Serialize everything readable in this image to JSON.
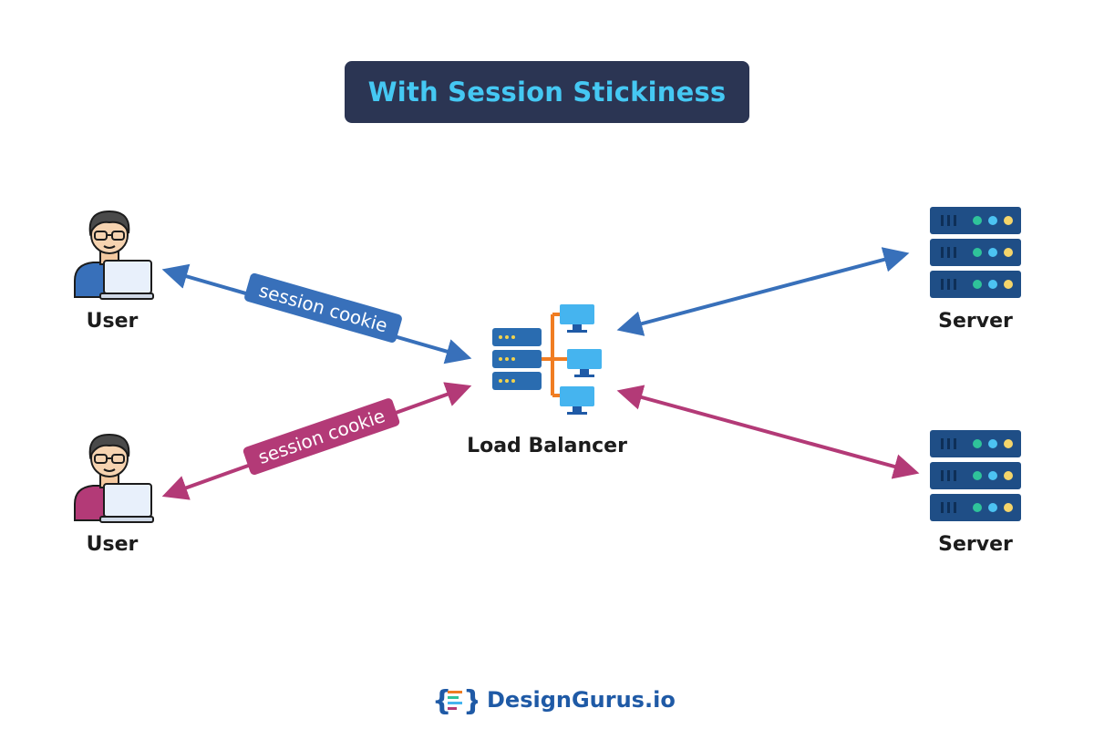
{
  "title": "With Session Stickiness",
  "nodes": {
    "user_top": "User",
    "user_bottom": "User",
    "load_balancer": "Load Balancer",
    "server_top": "Server",
    "server_bottom": "Server"
  },
  "edges": {
    "top_cookie": "session cookie",
    "bottom_cookie": "session cookie"
  },
  "brand": "DesignGurus.io",
  "colors": {
    "title_bg": "#2b3553",
    "title_text": "#45c8f3",
    "blue_flow": "#3870ba",
    "pink_flow": "#b33a77",
    "server": "#1f4e86",
    "lb_accent": "#f07d22"
  }
}
